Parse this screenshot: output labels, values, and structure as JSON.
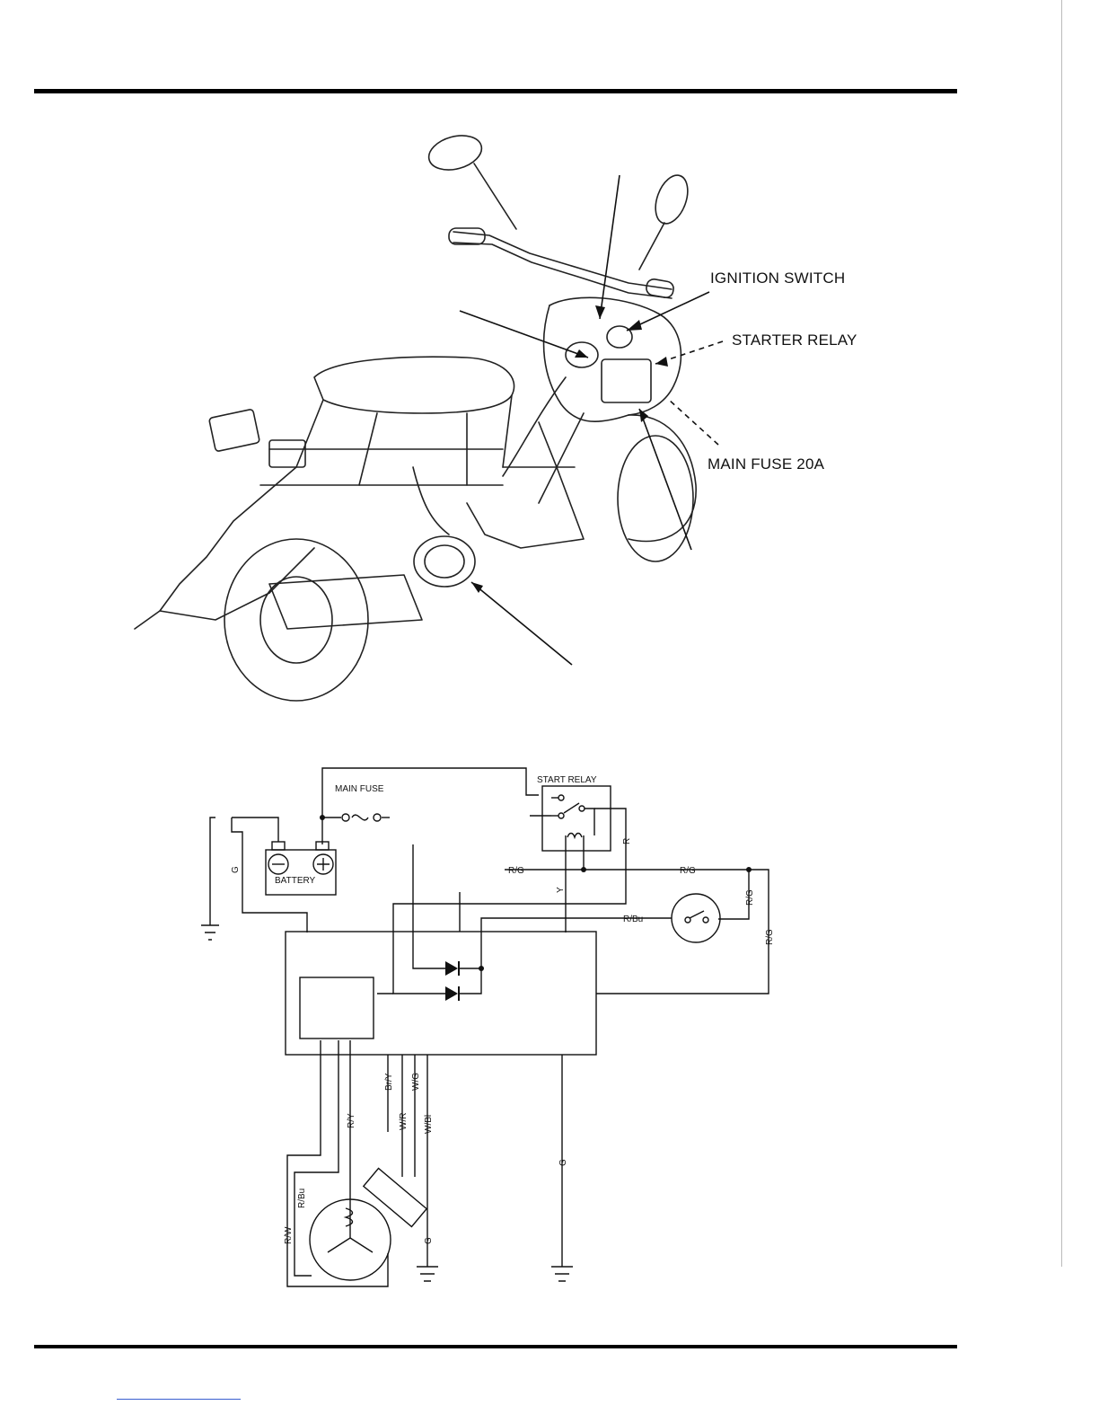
{
  "illustration": {
    "callouts": {
      "ignition_switch": "IGNITION SWITCH",
      "starter_relay": "STARTER RELAY",
      "main_fuse": "MAIN FUSE 20A"
    }
  },
  "schematic": {
    "components": {
      "main_fuse": "MAIN FUSE",
      "start_relay": "START RELAY",
      "battery": "BATTERY"
    },
    "wire_labels": {
      "g_battery": "G",
      "r_relay": "R",
      "rg_left": "R/G",
      "rg_mid": "R/G",
      "rg_vertical": "R/G",
      "rg_right": "R/G",
      "y": "Y",
      "rbu_switch": "R/Bu",
      "bry": "Br/Y",
      "wg": "W/G",
      "ry": "R/Y",
      "wr": "W/R",
      "wbl": "W/Bl",
      "g_ground": "G",
      "rbu_stator": "R/Bu",
      "rw": "R/W",
      "g_pulser": "G"
    }
  }
}
